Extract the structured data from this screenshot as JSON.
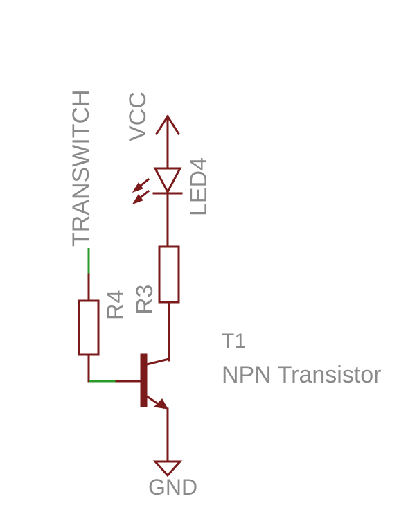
{
  "labels": {
    "transwitch": "TRANSWITCH",
    "vcc": "VCC",
    "led": "LED4",
    "r3": "R3",
    "r4": "R4",
    "transistor_ref": "T1",
    "transistor_value": "NPN Transistor",
    "gnd": "GND"
  },
  "colors": {
    "wire": "#7a1a1a",
    "net": "#2a9a2a",
    "text": "#8a8a8a",
    "background": "#ffffff"
  }
}
